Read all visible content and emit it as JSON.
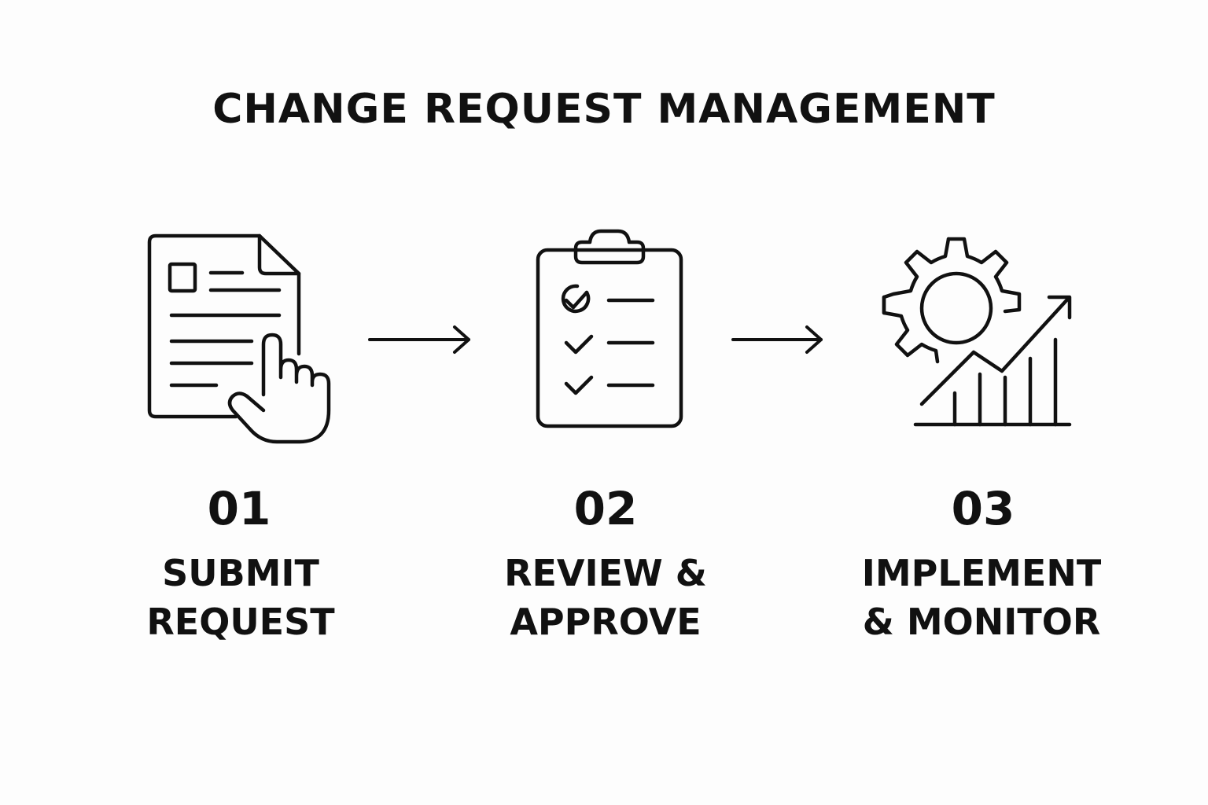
{
  "title": "CHANGE REQUEST MANAGEMENT",
  "steps": [
    {
      "number": "01",
      "label_line1": "SUBMIT",
      "label_line2": "REQUEST",
      "icon": "document-hand-pointer-icon"
    },
    {
      "number": "02",
      "label_line1": "REVIEW &",
      "label_line2": "APPROVE",
      "icon": "clipboard-checklist-icon"
    },
    {
      "number": "03",
      "label_line1": "IMPLEMENT",
      "label_line2": "& MONITOR",
      "icon": "gear-growth-chart-icon"
    }
  ],
  "colors": {
    "background": "#fdfdfd",
    "ink": "#111111"
  }
}
